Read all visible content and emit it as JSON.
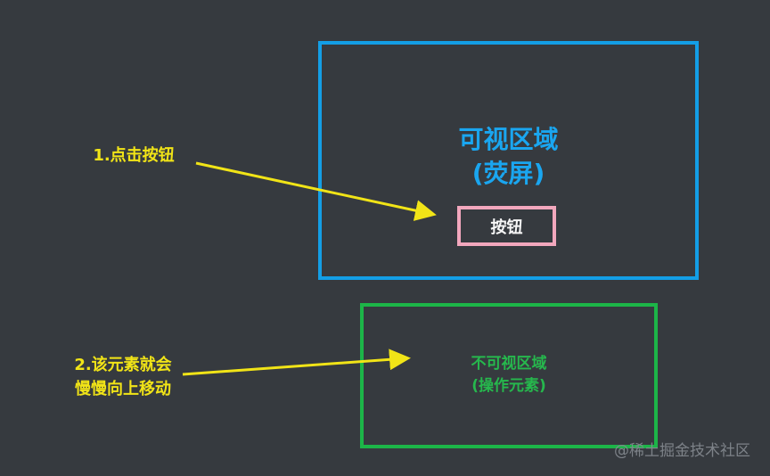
{
  "visible_area": {
    "title_line1": "可视区域",
    "title_line2": "(荧屏)"
  },
  "button": {
    "label": "按钮"
  },
  "invisible_area": {
    "title_line1": "不可视区域",
    "title_line2": "(操作元素)"
  },
  "annotations": {
    "step1": "1.点击按钮",
    "step2_line1": "2.该元素就会",
    "step2_line2": "慢慢向上移动"
  },
  "watermark": "@稀土掘金技术社区",
  "colors": {
    "background": "#363a3f",
    "visible_border": "#139ee6",
    "invisible_border": "#1cb548",
    "button_border": "#f2a7bd",
    "annotation": "#f1e417"
  }
}
